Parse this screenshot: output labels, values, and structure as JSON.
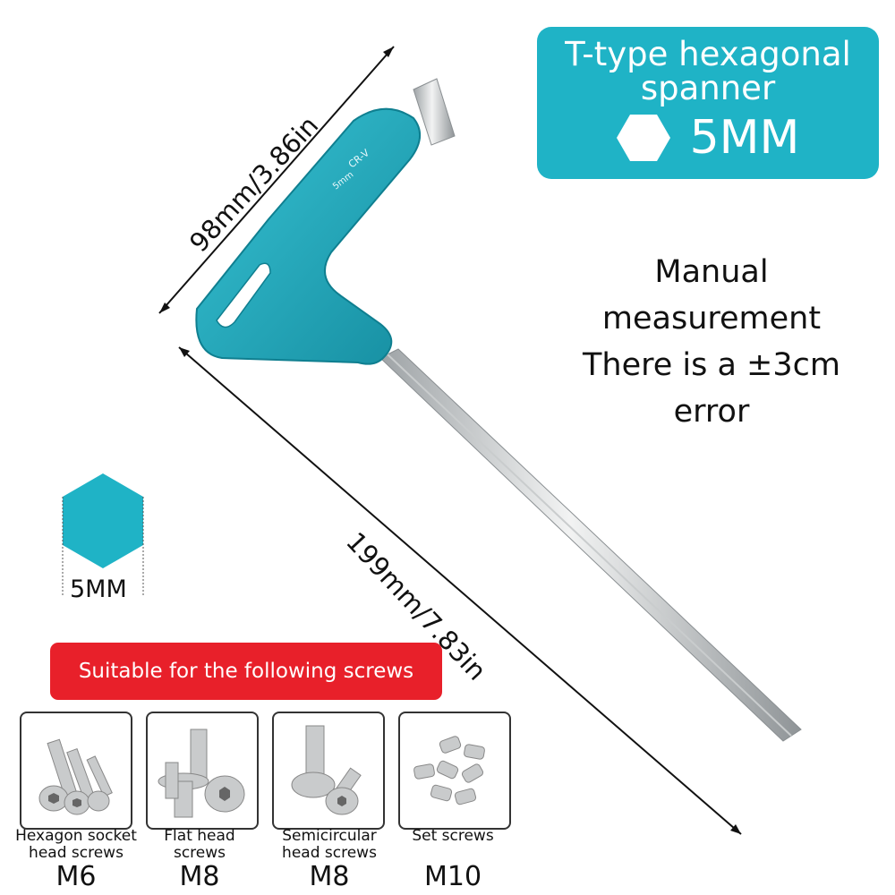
{
  "title_badge": {
    "line1": "T-type hexagonal",
    "line2": "spanner",
    "size": "5MM",
    "color": "#1fb3c6"
  },
  "note": {
    "line1": "Manual",
    "line2": "measurement",
    "line3": "There is a ±3cm",
    "line4": "error"
  },
  "dimensions": {
    "handle": "98mm/3.86in",
    "length": "199mm/7.83in"
  },
  "tool": {
    "handle_text_size": "5mm",
    "handle_text_material": "CR-V",
    "handle_color": "#1aa7bb"
  },
  "hex_swatch": {
    "label": "5MM",
    "color": "#1fb3c6"
  },
  "banner": {
    "text": "Suitable for the following screws",
    "color": "#e8202a"
  },
  "screws": [
    {
      "name_line1": "Hexagon socket",
      "name_line2": "head screws",
      "size": "M6"
    },
    {
      "name_line1": "Flat head",
      "name_line2": "screws",
      "size": "M8"
    },
    {
      "name_line1": "Semicircular",
      "name_line2": "head screws",
      "size": "M8"
    },
    {
      "name_line1": "Set screws",
      "name_line2": "",
      "size": "M10"
    }
  ]
}
